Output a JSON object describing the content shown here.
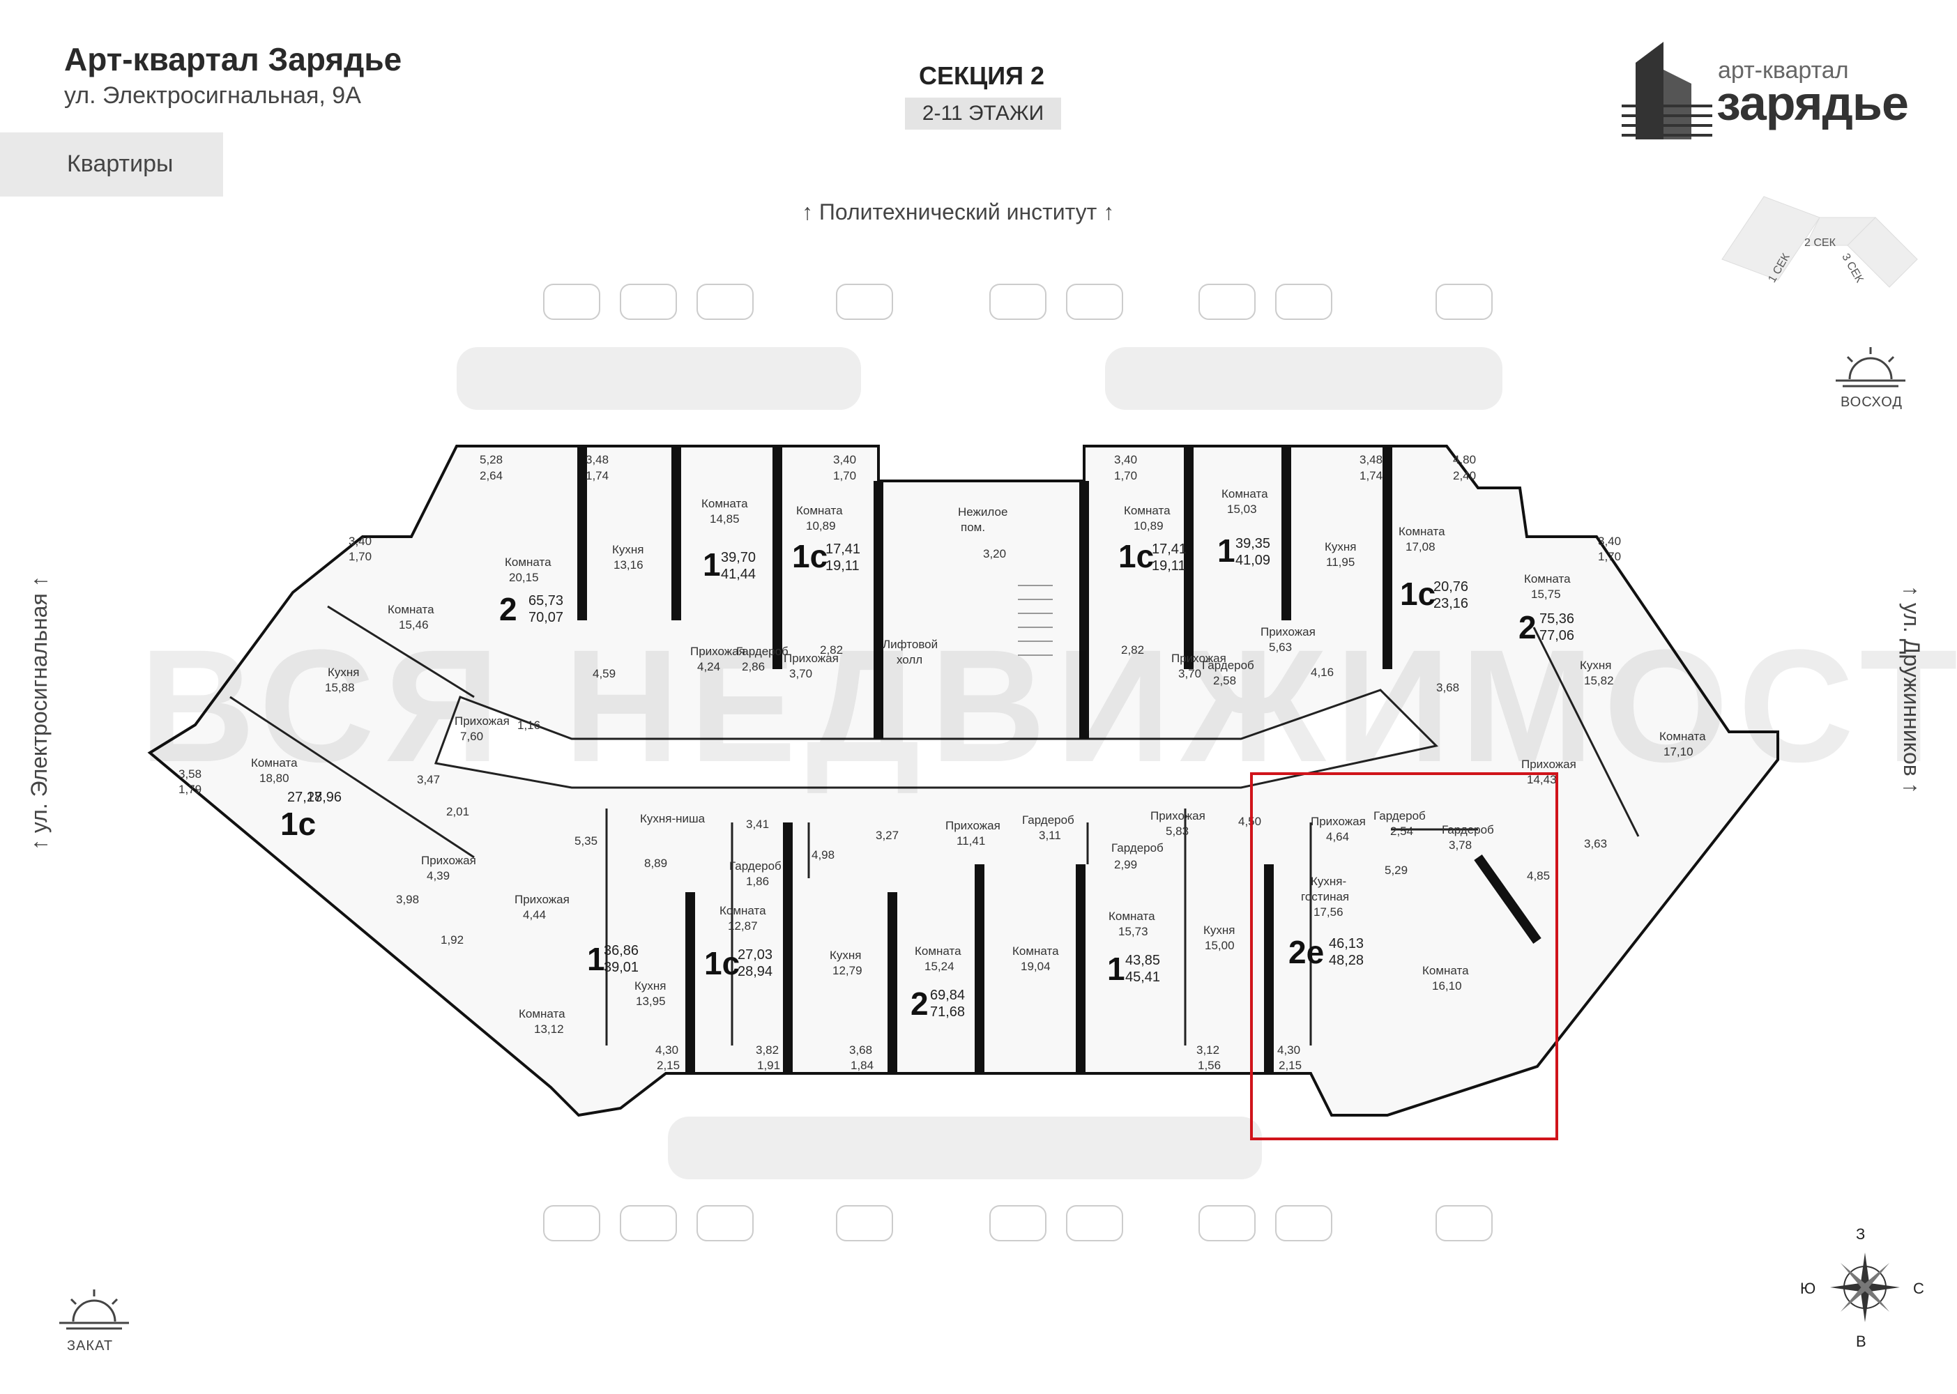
{
  "header": {
    "title": "Арт-квартал Зарядье",
    "address": "ул. Электросигнальная, 9А",
    "tab_label": "Квартиры",
    "section": "СЕКЦИЯ 2",
    "floors": "2-11 ЭТАЖИ"
  },
  "logo": {
    "sub": "арт-квартал",
    "main": "зарядье"
  },
  "orientation": {
    "north_street": "↑ Политехнический институт ↑",
    "left_street": "↑ ул. Электросигнальная ↑",
    "right_street": "↑ ул. Дружинников ↑",
    "sunrise": "ВОСХОД",
    "sunset": "ЗАКАТ",
    "compass": {
      "n": "З",
      "s": "В",
      "w": "Ю",
      "e": "С"
    }
  },
  "mini_map": {
    "sec1": "1 СЕК",
    "sec2": "2 СЕК",
    "sec3": "3 СЕК"
  },
  "watermark": "ВСЯ НЕДВИЖИМОСТЬ",
  "highlight_color": "#d0141b",
  "rooms": [
    {
      "t": "5,28",
      "b": "2,64"
    },
    {
      "t": "3,48",
      "b": "1,74"
    },
    {
      "t": "3,40",
      "b": "1,70"
    },
    {
      "t": "3,40",
      "b": "1,70"
    },
    {
      "t": "3,48",
      "b": "1,74"
    },
    {
      "t": "4,80",
      "b": "2,40"
    },
    {
      "t": "3,40",
      "b": "1,70"
    },
    {
      "t": "3,40",
      "b": "1,70"
    },
    {
      "t": "3,58",
      "b": "1,79"
    }
  ],
  "labels": {
    "room_2015": "Комната",
    "v_2015": "20,15",
    "kitchen_1316": "Кухня",
    "v_1316": "13,16",
    "room_1485": "Комната",
    "v_1485": "14,85",
    "room_1089a": "Комната",
    "v_1089a": "10,89",
    "nonres": "Нежилое",
    "nonres2": "пом.",
    "v_320": "3,20",
    "room_1089b": "Комната",
    "v_1089b": "10,89",
    "room_1503": "Комната",
    "v_1503": "15,03",
    "kitchen_1195": "Кухня",
    "v_1195": "11,95",
    "room_1708": "Комната",
    "v_1708": "17,08",
    "room_1575a": "Комната",
    "v_1575a": "15,75",
    "room_1546": "Комната",
    "v_1546": "15,46",
    "kitchen_1588": "Кухня",
    "v_1588": "15,88",
    "hall_760": "Прихожая",
    "v_760": "7,60",
    "v_116": "1,16",
    "v_347": "3,47",
    "v_201": "2,01",
    "v_459": "4,59",
    "hall_424": "Прихожая",
    "v_424": "4,24",
    "ward_286": "Гардероб",
    "v_286": "2,86",
    "hall_370a": "Прихожая",
    "v_370a": "3,70",
    "v_282a": "2,82",
    "lift": "Лифтовой",
    "lift2": "холл",
    "v_282b": "2,82",
    "hall_370b": "Прихожая",
    "v_370b": "3,70",
    "ward_258": "Гардероб",
    "v_258": "2,58",
    "hall_563": "Прихожая",
    "v_563": "5,63",
    "v_416": "4,16",
    "v_368": "3,68",
    "kitchen_1582": "Кухня",
    "v_1582": "15,82",
    "room_1710": "Комната",
    "v_1710": "17,10",
    "room_1880": "Комната",
    "v_1880": "18,80",
    "hall_439": "Прихожая",
    "v_439": "4,39",
    "v_398": "3,98",
    "v_192": "1,92",
    "hall_444": "Прихожая",
    "v_444": "4,44",
    "v_535": "5,35",
    "niche": "Кухня-ниша",
    "v_889": "8,89",
    "v_341": "3,41",
    "ward_186": "Гардероб",
    "v_186": "1,86",
    "v_498": "4,98",
    "v_327": "3,27",
    "hall_1141": "Прихожая",
    "v_1141": "11,41",
    "ward_311": "Гардероб",
    "v_311": "3,11",
    "ward_299": "Гардероб",
    "v_299": "2,99",
    "hall_583": "Прихожая",
    "v_583": "5,83",
    "v_450": "4,50",
    "hall_464": "Прихожая",
    "v_464": "4,64",
    "ward_254": "Гардероб",
    "v_254": "2,54",
    "ward_378": "Гардероб",
    "v_378": "3,78",
    "hall_1443": "Прихожая",
    "v_1443": "14,43",
    "v_363": "3,63",
    "v_485": "4,85",
    "v_529": "5,29",
    "kl": "Кухня-",
    "kl2": "гостиная",
    "v_1756": "17,56",
    "room_1610": "Комната",
    "v_1610": "16,10",
    "room_1312": "Комната",
    "v_1312": "13,12",
    "kitchen_1395": "Кухня",
    "v_1395": "13,95",
    "room_1287": "Комната",
    "v_1287": "12,87",
    "kitchen_1279": "Кухня",
    "v_1279": "12,79",
    "room_1524": "Комната",
    "v_1524": "15,24",
    "room_1904": "Комната",
    "v_1904": "19,04",
    "room_1573": "Комната",
    "v_1573": "15,73",
    "kitchen_1500": "Кухня",
    "v_1500": "15,00",
    "bal_430a": "4,30",
    "bal_215a": "2,15",
    "bal_382": "3,82",
    "bal_191": "1,91",
    "bal_368": "3,68",
    "bal_184": "1,84",
    "bal_312": "3,12",
    "bal_156": "1,56",
    "bal_430b": "4,30",
    "bal_215b": "2,15"
  },
  "apartments": [
    {
      "type": "2",
      "a1": "65,73",
      "a2": "70,07"
    },
    {
      "type": "1",
      "a1": "39,70",
      "a2": "41,44"
    },
    {
      "type": "1с",
      "a1": "17,41",
      "a2": "19,11"
    },
    {
      "type": "1с",
      "a1": "17,41",
      "a2": "19,11"
    },
    {
      "type": "1",
      "a1": "39,35",
      "a2": "41,09"
    },
    {
      "type": "1с",
      "a1": "20,76",
      "a2": "23,16"
    },
    {
      "type": "2",
      "a1": "75,36",
      "a2": "77,06"
    },
    {
      "type": "1с",
      "a1": "27,17",
      "a2": "28,96"
    },
    {
      "type": "1",
      "a1": "36,86",
      "a2": "39,01"
    },
    {
      "type": "1с",
      "a1": "27,03",
      "a2": "28,94"
    },
    {
      "type": "2",
      "a1": "69,84",
      "a2": "71,68"
    },
    {
      "type": "1",
      "a1": "43,85",
      "a2": "45,41"
    },
    {
      "type": "2е",
      "a1": "46,13",
      "a2": "48,28"
    }
  ]
}
